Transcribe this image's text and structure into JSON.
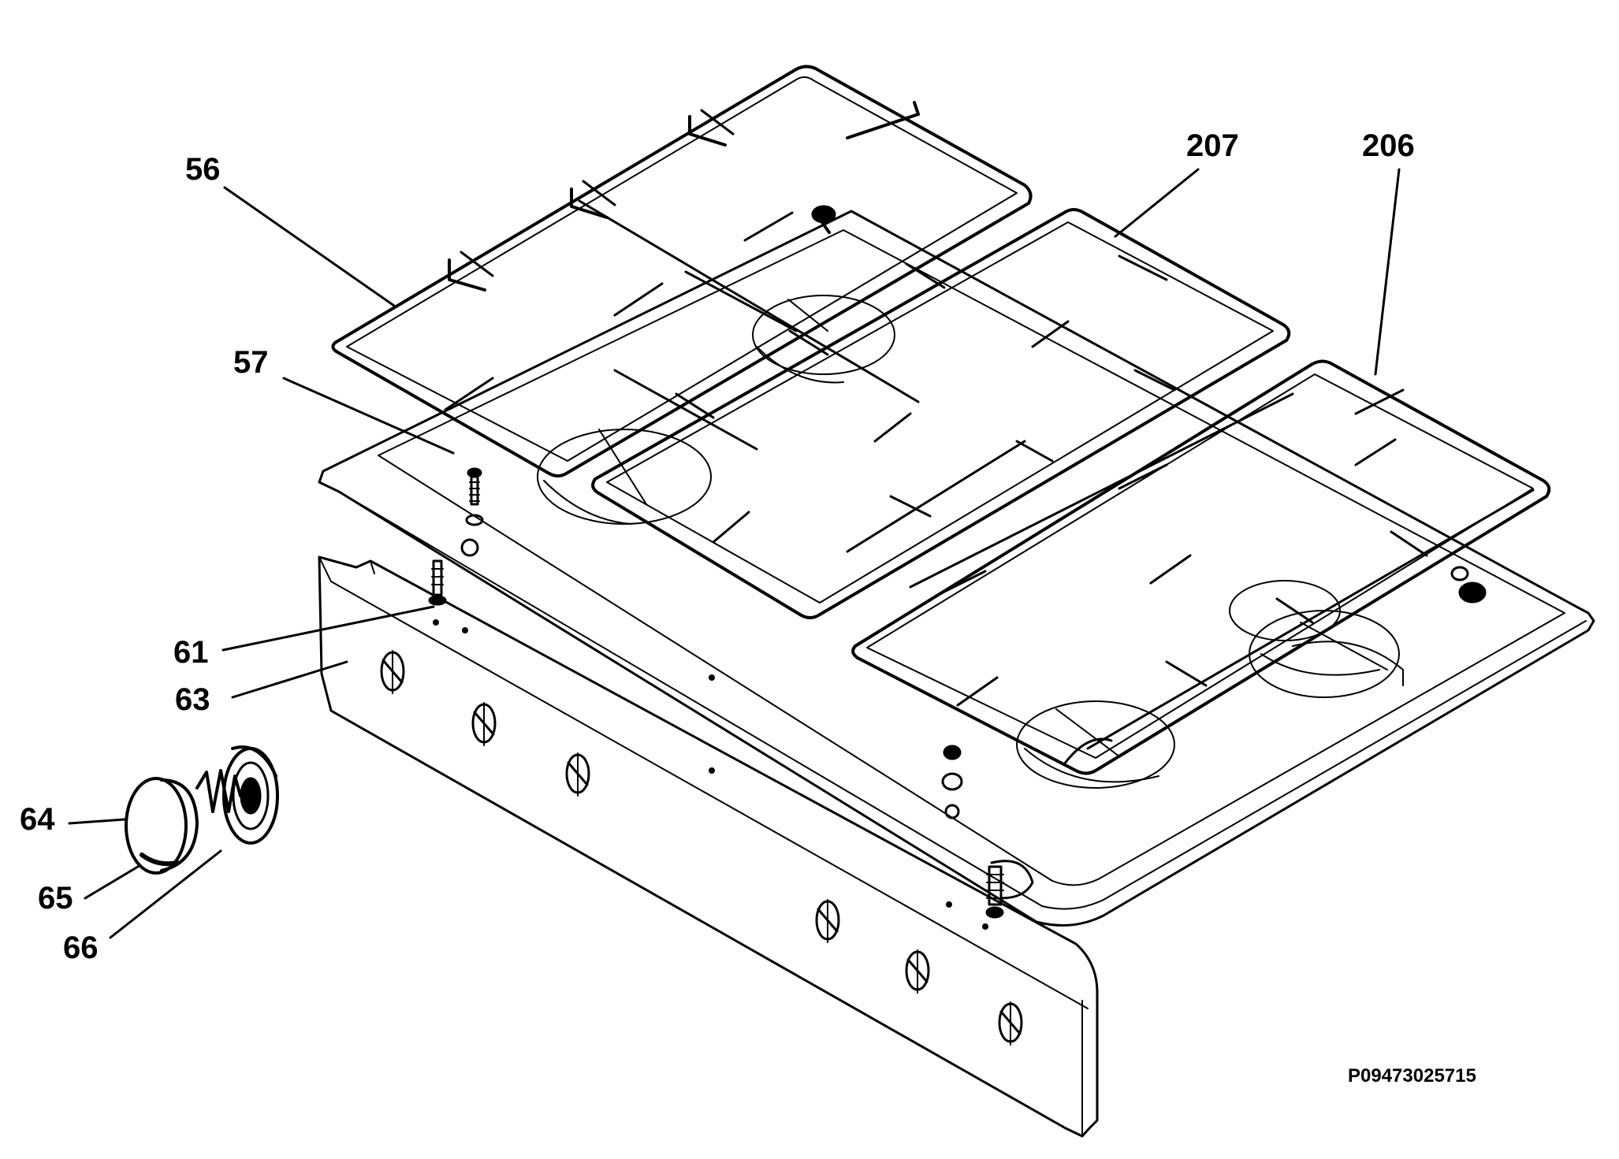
{
  "labels": {
    "l56": "56",
    "l57": "57",
    "l207": "207",
    "l206": "206",
    "l61": "61",
    "l63": "63",
    "l64": "64",
    "l65": "65",
    "l66": "66"
  },
  "reference_code": "P09473025715",
  "colors": {
    "line": "#000000",
    "background": "#ffffff"
  }
}
